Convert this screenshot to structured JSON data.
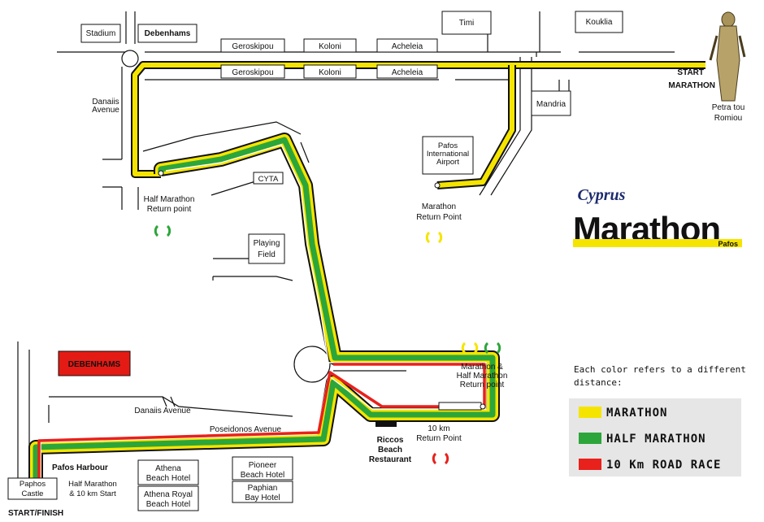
{
  "places": {
    "stadium": "Stadium",
    "debenhams_top": "Debenhams",
    "geroskipou": "Geroskipou",
    "koloni": "Koloni",
    "acheleia": "Acheleia",
    "timi": "Timi",
    "kouklia": "Kouklia",
    "mandria": "Mandria",
    "airport": [
      "Pafos",
      "International",
      "Airport"
    ],
    "danaiis_avenue_v": [
      "Danaiis",
      "Avenue"
    ],
    "cyta": "CYTA",
    "playing_field": [
      "Playing",
      "Field"
    ],
    "debenhams_bottom": "DEBENHAMS",
    "danaiis_avenue_h": "Danaiis Avenue",
    "poseidonos_avenue": "Poseidonos Avenue",
    "pafos_harbour": "Pafos Harbour",
    "paphos_castle": [
      "Paphos",
      "Castle"
    ],
    "athena_beach": [
      "Athena",
      "Beach Hotel"
    ],
    "athena_royal": [
      "Athena Royal",
      "Beach Hotel"
    ],
    "pioneer_beach": [
      "Pioneer",
      "Beach Hotel"
    ],
    "paphian_bay": [
      "Paphian",
      "Bay Hotel"
    ],
    "riccos": [
      "Riccos",
      "Beach",
      "Restaurant"
    ],
    "petra": [
      "Petra tou",
      "Romiou"
    ]
  },
  "markers": {
    "start_marathon": [
      "START",
      "MARATHON"
    ],
    "half_return": [
      "Half Marathon",
      "Return point"
    ],
    "marathon_return": [
      "Marathon",
      "Return Point"
    ],
    "mh_return": [
      "Marathon &",
      "Half Marathon",
      "Return point"
    ],
    "km10_return": [
      "10 km",
      "Return Point"
    ],
    "start_finish": "START/FINISH",
    "half_10k_start": [
      "Half Marathon",
      "& 10 km  Start"
    ]
  },
  "logo": {
    "top": "Cyprus",
    "word": "Marathon",
    "sub": "Pafos"
  },
  "legend": {
    "note": [
      "Each color refers to a different",
      "distance:"
    ],
    "items": [
      {
        "label": "MARATHON",
        "color": "#f5e400"
      },
      {
        "label": "HALF MARATHON",
        "color": "#2ca63a"
      },
      {
        "label": "10 Km ROAD RACE",
        "color": "#e8211c"
      }
    ]
  },
  "colors": {
    "marathon": "#f5e400",
    "half": "#2ca63a",
    "km10": "#e8211c",
    "debenhams_fill": "#e41b14",
    "legend_bg": "#e6e6e6",
    "logo_navy": "#1c2a6e"
  }
}
